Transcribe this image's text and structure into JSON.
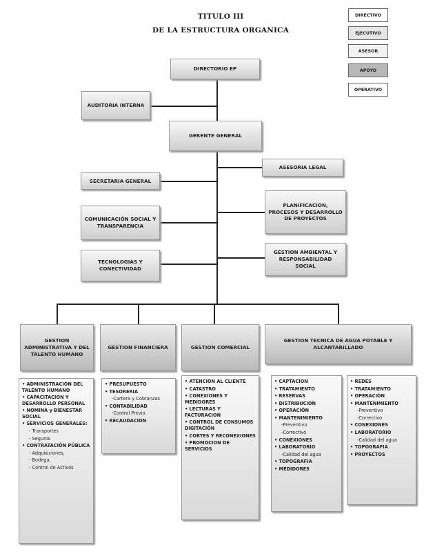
{
  "header": {
    "line1": "TITULO III",
    "line2": "DE LA ESTRUCTURA ORGANICA"
  },
  "legend": [
    "DIRECTIVO",
    "EJECUTIVO",
    "ASESOR",
    "APOYO",
    "OPERATIVO"
  ],
  "nodes": {
    "directorio": "DIRECTORIO EP",
    "auditoria": "AUDITORIA INTERNA",
    "gerente": "GERENTE GENERAL",
    "secretaria": "SECRETARIA GENERAL",
    "asesoria": "ASESORIA LEGAL",
    "comunicacion": "COMUNICACIÓN SOCIAL Y TRANSPARENCIA",
    "planificacion": "PLANIFICACION, PROCESOS Y DESARROLLO DE PROYECTOS",
    "tecnologias": "TECNOLOGIAS Y CONECTIVIDAD",
    "ambiental": "GESTION AMBIENTAL Y RESPONSABILIDAD SOCIAL",
    "g_admin": "GESTION ADMINISTRATIVA Y DEL TALENTO HUMANO",
    "g_fin": "GESTION FINANCIERA",
    "g_com": "GESTION COMERCIAL",
    "g_tec": "GESTION TECNICA DE AGUA POTABLE Y ALCANTARILLADO"
  },
  "lists": {
    "admin": [
      {
        "t": "ADMINISTRACION DEL TALENTO HUMANO",
        "k": "item"
      },
      {
        "t": "CAPACITACION Y DESARROLLO PERSONAL",
        "k": "item"
      },
      {
        "t": "NOMINA y BIENESTAR SOCIAL",
        "k": "item"
      },
      {
        "t": "SERVICIOS GENERALES:",
        "k": "item"
      },
      {
        "t": "- Transportes",
        "k": "sub"
      },
      {
        "t": "- Seguros",
        "k": "sub"
      },
      {
        "t": "CONTRATACIÓN PÚBLICA",
        "k": "item"
      },
      {
        "t": "- Adquisiciones,",
        "k": "sub"
      },
      {
        "t": "- Bodega,",
        "k": "sub"
      },
      {
        "t": "- Control de Activos",
        "k": "sub"
      }
    ],
    "fin": [
      {
        "t": "PRESUPUESTO",
        "k": "item"
      },
      {
        "t": "TESORERIA",
        "k": "item"
      },
      {
        "t": "-Cartera y Cobranzas",
        "k": "sub"
      },
      {
        "t": "CONTABILIDAD",
        "k": "item"
      },
      {
        "t": "-Control Previo",
        "k": "sub"
      },
      {
        "t": "RECAUDACION",
        "k": "item"
      }
    ],
    "com": [
      {
        "t": "ATENCION AL CLIENTE",
        "k": "item"
      },
      {
        "t": "CATASTRO",
        "k": "item"
      },
      {
        "t": "CONEXIONES Y MEDIDORES",
        "k": "item"
      },
      {
        "t": "LECTURAS Y FACTURACION",
        "k": "item"
      },
      {
        "t": "CONTROL DE CONSUMOS DIGITACIÓN",
        "k": "item"
      },
      {
        "t": "CORTES Y RECONEXIONES",
        "k": "item"
      },
      {
        "t": "PROMOCION DE SERVICIOS",
        "k": "item"
      }
    ],
    "tec1": [
      {
        "t": "CAPTACION",
        "k": "item"
      },
      {
        "t": "TRATAMIENTO",
        "k": "item"
      },
      {
        "t": "RESERVAS",
        "k": "item"
      },
      {
        "t": "DISTRIBUCION",
        "k": "item"
      },
      {
        "t": "OPERACIÓN",
        "k": "item"
      },
      {
        "t": "MANTENIMIENTO",
        "k": "item"
      },
      {
        "t": "-Preventivo",
        "k": "sub"
      },
      {
        "t": "-Correctivo",
        "k": "sub"
      },
      {
        "t": "CONEXIONES",
        "k": "item"
      },
      {
        "t": "LABORATORIO",
        "k": "item"
      },
      {
        "t": "-Calidad del agua",
        "k": "sub"
      },
      {
        "t": "TOPOGRAFIA",
        "k": "item"
      },
      {
        "t": "MEDIDORES",
        "k": "item"
      }
    ],
    "tec2": [
      {
        "t": "REDES",
        "k": "item"
      },
      {
        "t": "TRATAMIENTO",
        "k": "item"
      },
      {
        "t": "OPERACIÓN",
        "k": "item"
      },
      {
        "t": "MANTENIMIENTO",
        "k": "item"
      },
      {
        "t": "-Preventivo",
        "k": "sub"
      },
      {
        "t": "-Correctivo",
        "k": "sub"
      },
      {
        "t": "CONEXIONES",
        "k": "item"
      },
      {
        "t": "LABORATORIO",
        "k": "item"
      },
      {
        "t": "-Calidad del agua",
        "k": "sub"
      },
      {
        "t": "TOPOGRAFIA",
        "k": "item"
      },
      {
        "t": "PROYECTOS",
        "k": "item"
      }
    ]
  }
}
